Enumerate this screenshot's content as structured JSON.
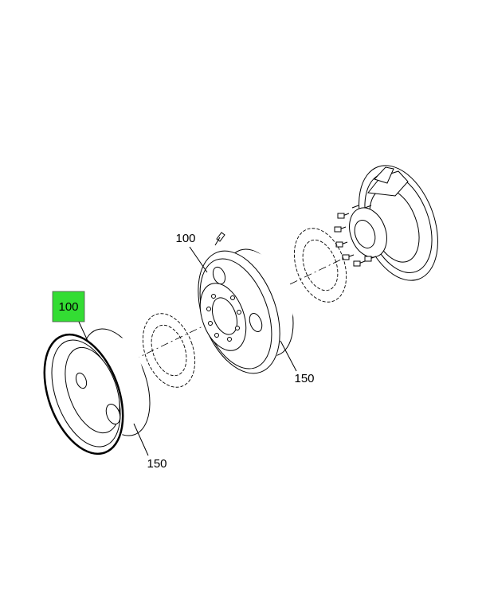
{
  "callouts": {
    "outer_wheel_top": "100",
    "outer_wheel_bottom": "150",
    "inner_wheel_top": "100",
    "inner_wheel_bottom": "150"
  },
  "highlight_color": "#33dd33",
  "footer": {
    "left": "",
    "right": ""
  }
}
